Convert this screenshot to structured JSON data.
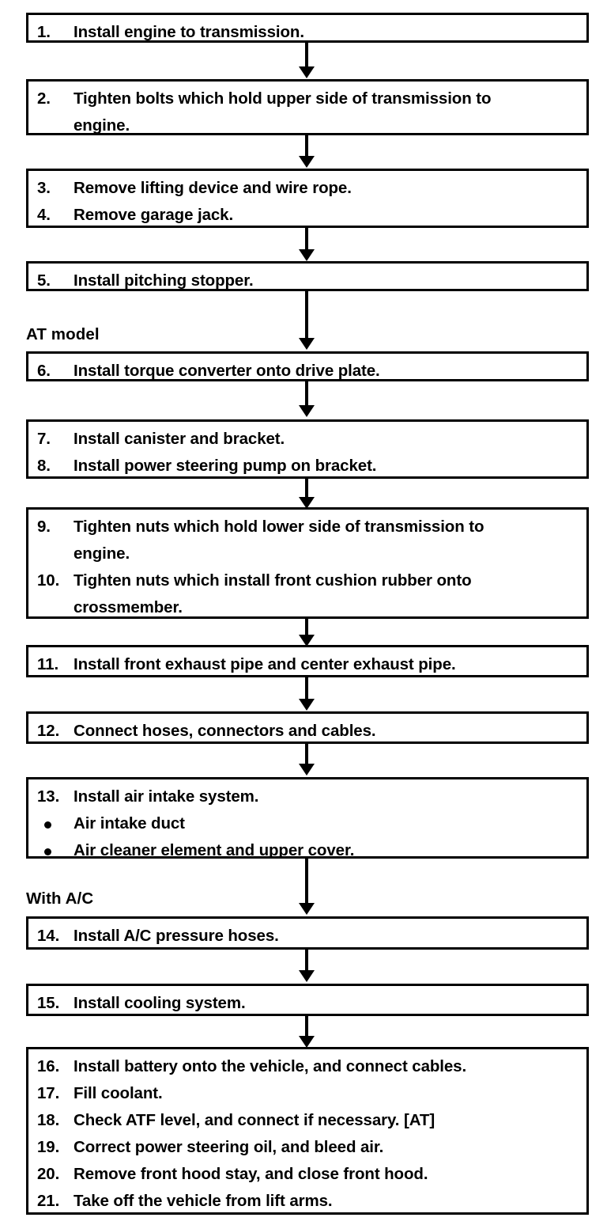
{
  "diagram": {
    "title": "Engine installation procedure flowchart",
    "type": "flowchart",
    "orientation": "vertical",
    "line_color": "#000000",
    "background_color": "#ffffff",
    "text_color": "#000000"
  },
  "labels": {
    "at_model": "AT model",
    "with_ac": "With A/C"
  },
  "boxes": [
    {
      "id": "box-1",
      "items": [
        {
          "number": "1.",
          "text": "Install engine to transmission."
        }
      ]
    },
    {
      "id": "box-2",
      "items": [
        {
          "number": "2.",
          "text": "Tighten bolts which hold upper side of transmission to",
          "continuation": "engine."
        }
      ]
    },
    {
      "id": "box-3",
      "items": [
        {
          "number": "3.",
          "text": "Remove lifting device and wire rope."
        },
        {
          "number": "4.",
          "text": "Remove garage jack."
        }
      ]
    },
    {
      "id": "box-4",
      "items": [
        {
          "number": "5.",
          "text": "Install pitching stopper."
        }
      ]
    },
    {
      "id": "box-5",
      "items": [
        {
          "number": "6.",
          "text": "Install torque converter onto drive plate."
        }
      ]
    },
    {
      "id": "box-6",
      "items": [
        {
          "number": "7.",
          "text": "Install canister and bracket."
        },
        {
          "number": "8.",
          "text": "Install power steering pump on bracket."
        }
      ]
    },
    {
      "id": "box-7",
      "items": [
        {
          "number": "9.",
          "text": "Tighten nuts which hold lower side of transmission to",
          "continuation": "engine."
        },
        {
          "number": "10.",
          "text": "Tighten nuts which install front cushion rubber onto",
          "continuation": "crossmember."
        }
      ]
    },
    {
      "id": "box-8",
      "items": [
        {
          "number": "11.",
          "text": "Install front exhaust pipe and center exhaust pipe."
        }
      ]
    },
    {
      "id": "box-9",
      "items": [
        {
          "number": "12.",
          "text": "Connect hoses, connectors and cables."
        }
      ]
    },
    {
      "id": "box-10",
      "items": [
        {
          "number": "13.",
          "text": "Install air intake system."
        }
      ],
      "bullets": [
        "Air intake duct",
        "Air cleaner element and upper cover."
      ]
    },
    {
      "id": "box-11",
      "items": [
        {
          "number": "14.",
          "text": "Install A/C pressure hoses."
        }
      ]
    },
    {
      "id": "box-12",
      "items": [
        {
          "number": "15.",
          "text": "Install cooling system."
        }
      ]
    },
    {
      "id": "box-13",
      "items": [
        {
          "number": "16.",
          "text": "Install battery onto the vehicle, and connect cables."
        },
        {
          "number": "17.",
          "text": "Fill coolant."
        },
        {
          "number": "18.",
          "text": "Check ATF level, and connect if necessary. [AT]"
        },
        {
          "number": "19.",
          "text": "Correct power steering oil, and bleed air."
        },
        {
          "number": "20.",
          "text": "Remove front hood stay, and close front hood."
        },
        {
          "number": "21.",
          "text": "Take off the vehicle from lift arms."
        }
      ]
    }
  ]
}
